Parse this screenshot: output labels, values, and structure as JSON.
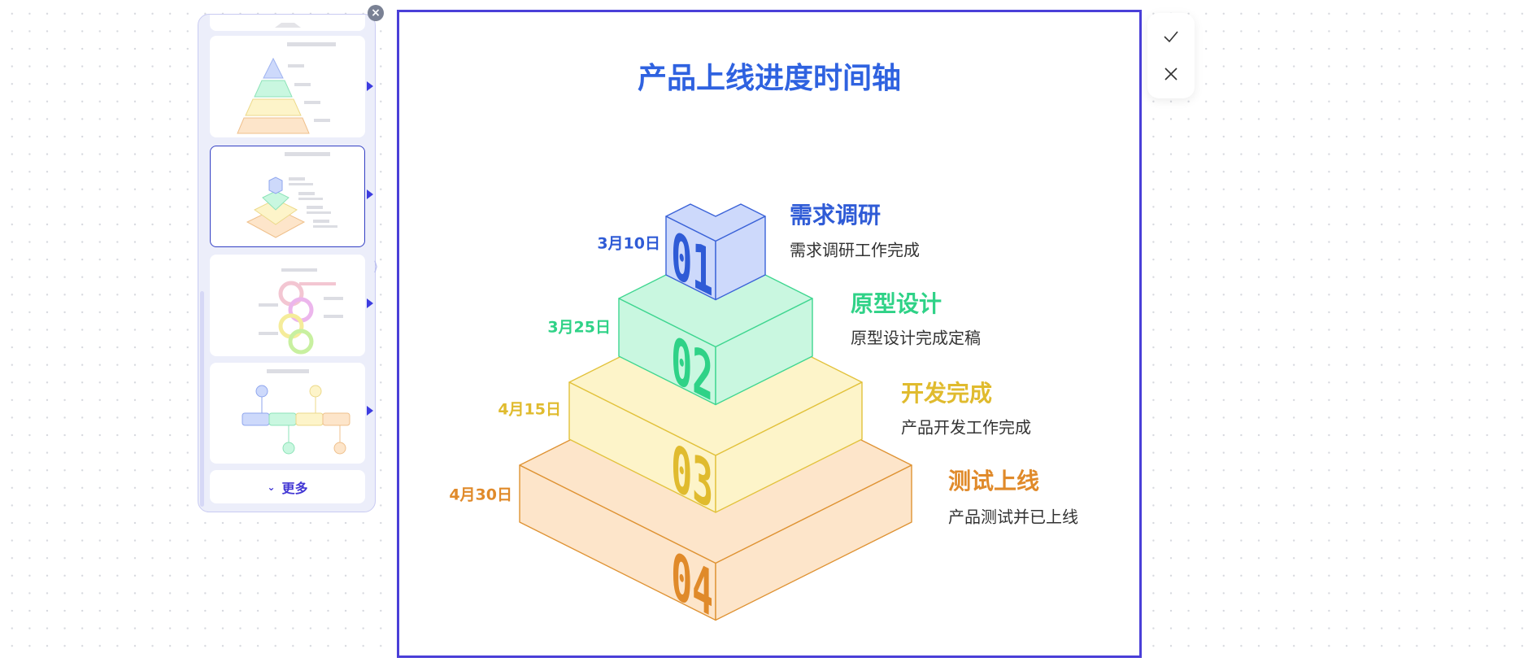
{
  "sidebar": {
    "more_label": "更多",
    "close_label": "×",
    "templates": [
      {
        "name": "partial-template"
      },
      {
        "name": "triangle-pyramid-template"
      },
      {
        "name": "isometric-steps-template",
        "selected": true
      },
      {
        "name": "s-curve-template"
      },
      {
        "name": "horizontal-timeline-template"
      }
    ]
  },
  "canvas": {
    "title": "产品上线进度时间轴",
    "steps": [
      {
        "number": "01",
        "date": "3月10日",
        "title": "需求调研",
        "desc": "需求调研工作完成",
        "fill": "#cdd9fb",
        "stroke": "#3b63d8",
        "text": "#2f5bd6"
      },
      {
        "number": "02",
        "date": "3月25日",
        "title": "原型设计",
        "desc": "原型设计完成定稿",
        "fill": "#c9f7e0",
        "stroke": "#3fd690",
        "text": "#2fd287"
      },
      {
        "number": "03",
        "date": "4月15日",
        "title": "开发完成",
        "desc": "产品开发工作完成",
        "fill": "#fdf4c9",
        "stroke": "#e2c23c",
        "text": "#e0bb2e"
      },
      {
        "number": "04",
        "date": "4月30日",
        "title": "测试上线",
        "desc": "产品测试并已上线",
        "fill": "#fde5ca",
        "stroke": "#df9334",
        "text": "#e08a2a"
      }
    ]
  },
  "actions": {
    "confirm": "check-icon",
    "cancel": "close-icon"
  }
}
